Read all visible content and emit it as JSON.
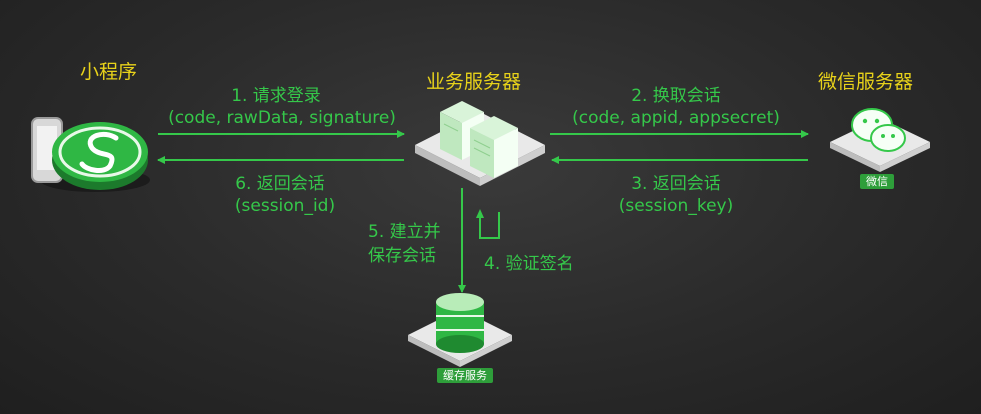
{
  "nodes": {
    "mini_program": "小程序",
    "business_server": "业务服务器",
    "wechat_server": "微信服务器",
    "wechat_badge": "微信",
    "cache_badge": "缓存服务"
  },
  "steps": {
    "s1_title": "1. 请求登录",
    "s1_params": "(code, rawData, signature)",
    "s2_title": "2. 换取会话",
    "s2_params": "(code, appid, appsecret)",
    "s3_title": "3. 返回会话",
    "s3_params": "(session_key)",
    "s4_title": "4. 验证签名",
    "s5_line1": "5. 建立并",
    "s5_line2": "保存会话",
    "s6_title": "6. 返回会话",
    "s6_params": "(session_id)"
  },
  "colors": {
    "accent": "#35c84a",
    "title": "#e8d21a",
    "background": "#2a2a2a"
  }
}
